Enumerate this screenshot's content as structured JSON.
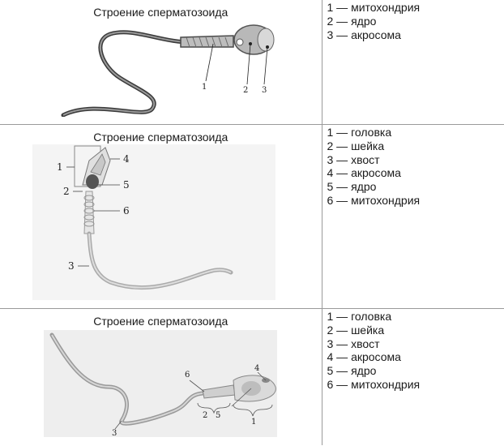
{
  "rows": [
    {
      "caption": "Строение сперматозоида",
      "legend": [
        "1 — митохондрия",
        "2 — ядро",
        "3 — акросома"
      ],
      "labels": [
        "1",
        "2",
        "3"
      ]
    },
    {
      "caption": "Строение сперматозоида",
      "legend": [
        "1 — головка",
        "2 — шейка",
        "3 — хвост",
        "4 — акросома",
        "5 — ядро",
        "6 — митохондрия"
      ],
      "labels": [
        "1",
        "2",
        "3",
        "4",
        "5",
        "6"
      ]
    },
    {
      "caption": "Строение сперматозоида",
      "legend": [
        "1 — головка",
        "2 — шейка",
        "3 — хвост",
        "4 — акросома",
        "5 — ядро",
        "6 — митохондрия"
      ],
      "labels": [
        "1",
        "2",
        "3",
        "4",
        "5",
        "6"
      ]
    }
  ]
}
